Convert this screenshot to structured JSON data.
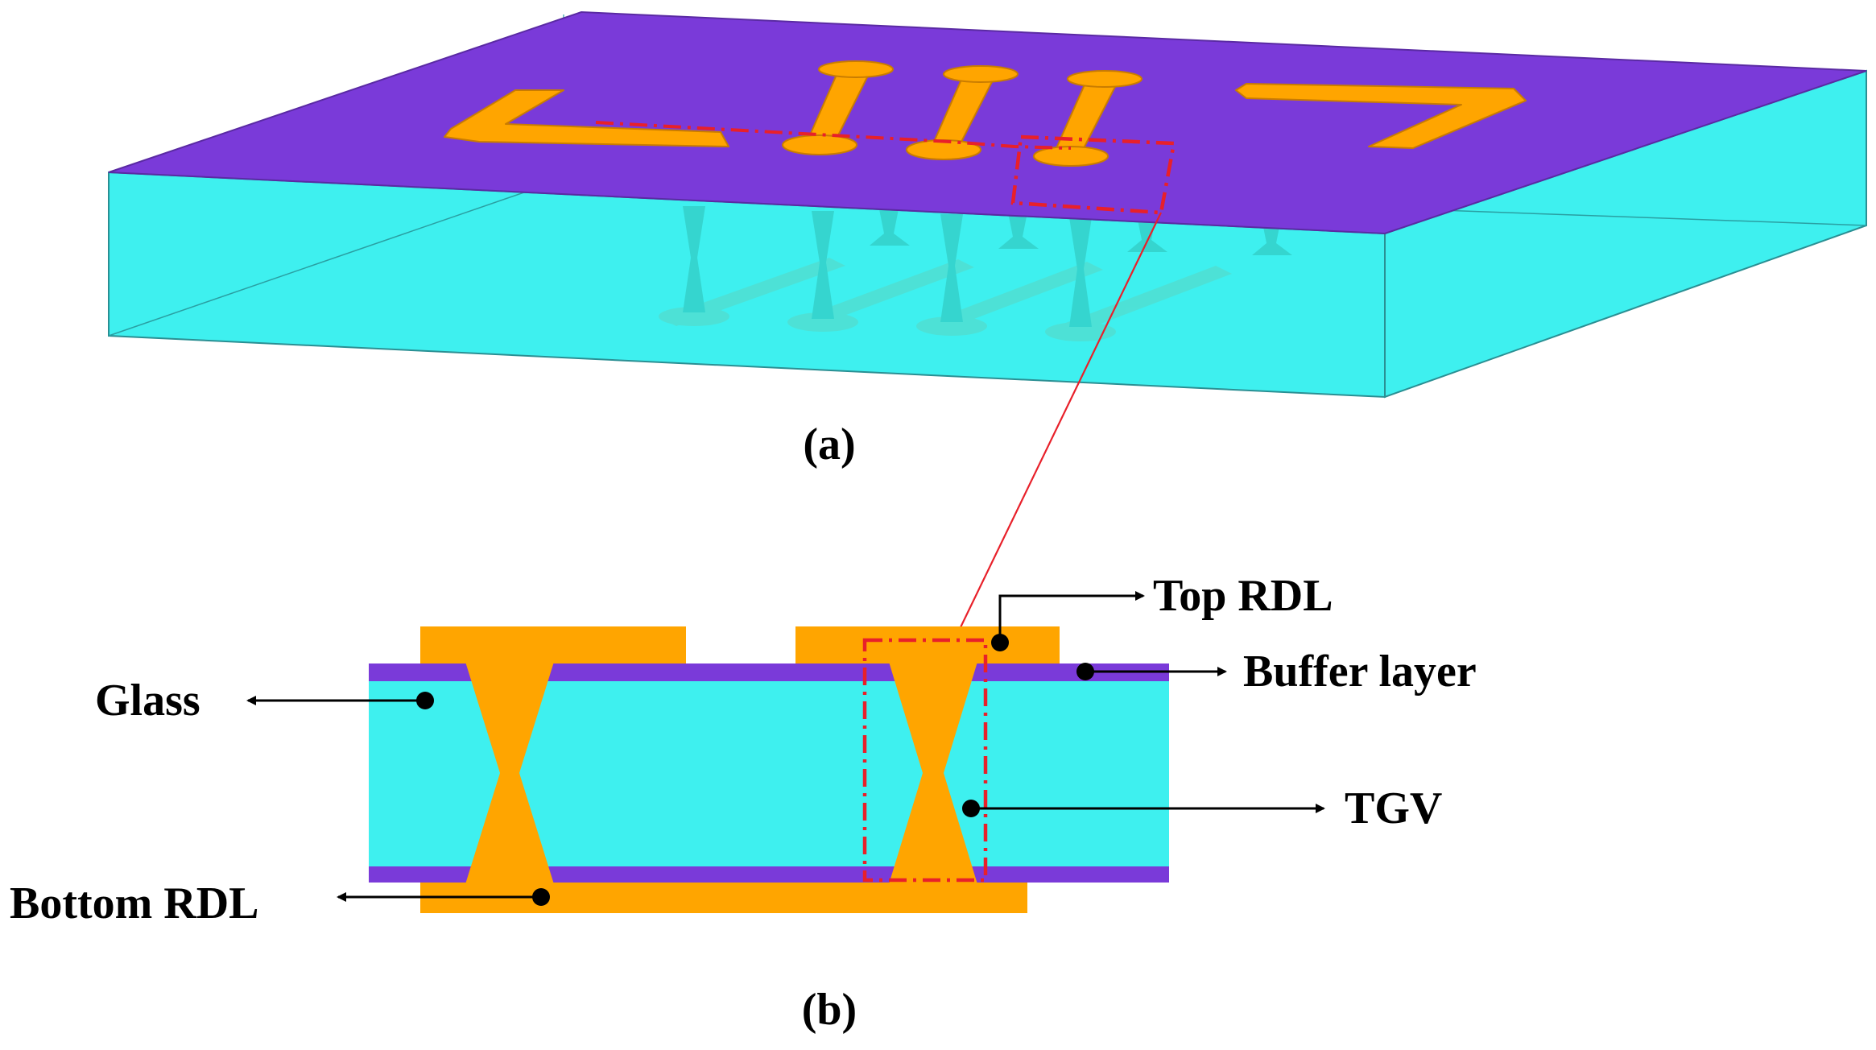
{
  "panel_a": {
    "caption": "(a)"
  },
  "panel_b": {
    "caption": "(b)",
    "labels": {
      "top_rdl": "Top RDL",
      "buffer_layer": "Buffer layer",
      "glass": "Glass",
      "tgv": "TGV",
      "bottom_rdl": "Bottom RDL"
    }
  },
  "colors": {
    "glass": "#3ef0ef",
    "buffer": "#7a3ad9",
    "copper": "#ffa500",
    "highlight": "#e8202a",
    "annotation": "#000000"
  }
}
